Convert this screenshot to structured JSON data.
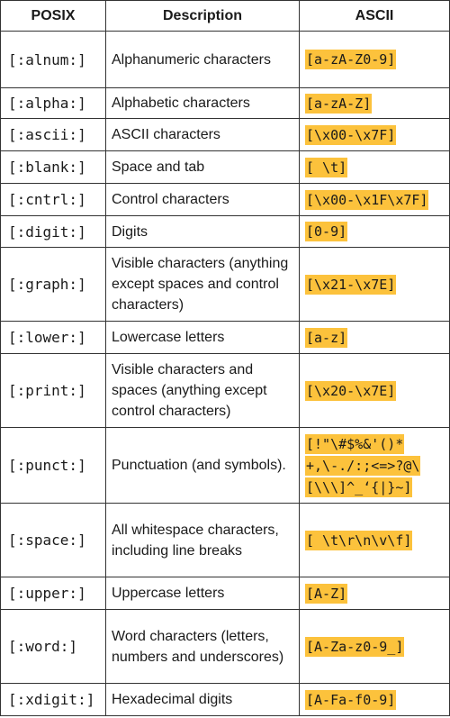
{
  "table": {
    "headers": {
      "posix": "POSIX",
      "description": "Description",
      "ascii": "ASCII"
    },
    "rows": [
      {
        "posix": "[:alnum:]",
        "description": "Alphanumeric characters",
        "ascii": "[a-zA-Z0-9]"
      },
      {
        "posix": "[:alpha:]",
        "description": "Alphabetic characters",
        "ascii": "[a-zA-Z]"
      },
      {
        "posix": "[:ascii:]",
        "description": "ASCII characters",
        "ascii": "[\\x00-\\x7F]"
      },
      {
        "posix": "[:blank:]",
        "description": "Space and tab",
        "ascii": "[ \\t]"
      },
      {
        "posix": "[:cntrl:]",
        "description": "Control characters",
        "ascii": "[\\x00-\\x1F\\x7F]"
      },
      {
        "posix": "[:digit:]",
        "description": "Digits",
        "ascii": "[0-9]"
      },
      {
        "posix": "[:graph:]",
        "description": "Visible characters (anything except spaces and control characters)",
        "ascii": "[\\x21-\\x7E]"
      },
      {
        "posix": "[:lower:]",
        "description": "Lowercase letters",
        "ascii": "[a-z]"
      },
      {
        "posix": "[:print:]",
        "description": "Visible characters and spaces (anything except control characters)",
        "ascii": "[\\x20-\\x7E]"
      },
      {
        "posix": "[:punct:]",
        "description": "Punctuation (and symbols).",
        "ascii": "[!\"\\#$%&'()*+,\\-./:;<=>?@\\[\\\\\\]^_‘{|}~]"
      },
      {
        "posix": "[:space:]",
        "description": "All whitespace characters, including line breaks",
        "ascii": "[ \\t\\r\\n\\v\\f]"
      },
      {
        "posix": "[:upper:]",
        "description": "Uppercase letters",
        "ascii": "[A-Z]"
      },
      {
        "posix": "[:word:]",
        "description": "Word characters (letters, numbers and underscores)",
        "ascii": "[A-Za-z0-9_]"
      },
      {
        "posix": "[:xdigit:]",
        "description": "Hexadecimal digits",
        "ascii": "[A-Fa-f0-9]"
      }
    ]
  },
  "colors": {
    "code_background": "#fcc23c",
    "code_escape_highlight": "#f5a00a",
    "border": "#333333"
  }
}
